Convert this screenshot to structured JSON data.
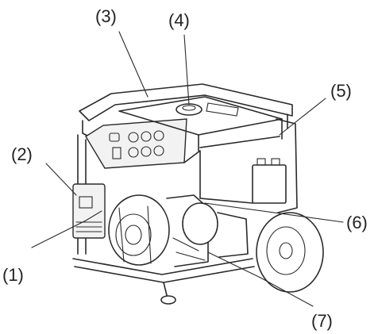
{
  "callouts": [
    {
      "id": "1",
      "label": "(1)"
    },
    {
      "id": "2",
      "label": "(2)"
    },
    {
      "id": "3",
      "label": "(3)"
    },
    {
      "id": "4",
      "label": "(4)"
    },
    {
      "id": "5",
      "label": "(5)"
    },
    {
      "id": "6",
      "label": "(6)"
    },
    {
      "id": "7",
      "label": "(7)"
    }
  ]
}
